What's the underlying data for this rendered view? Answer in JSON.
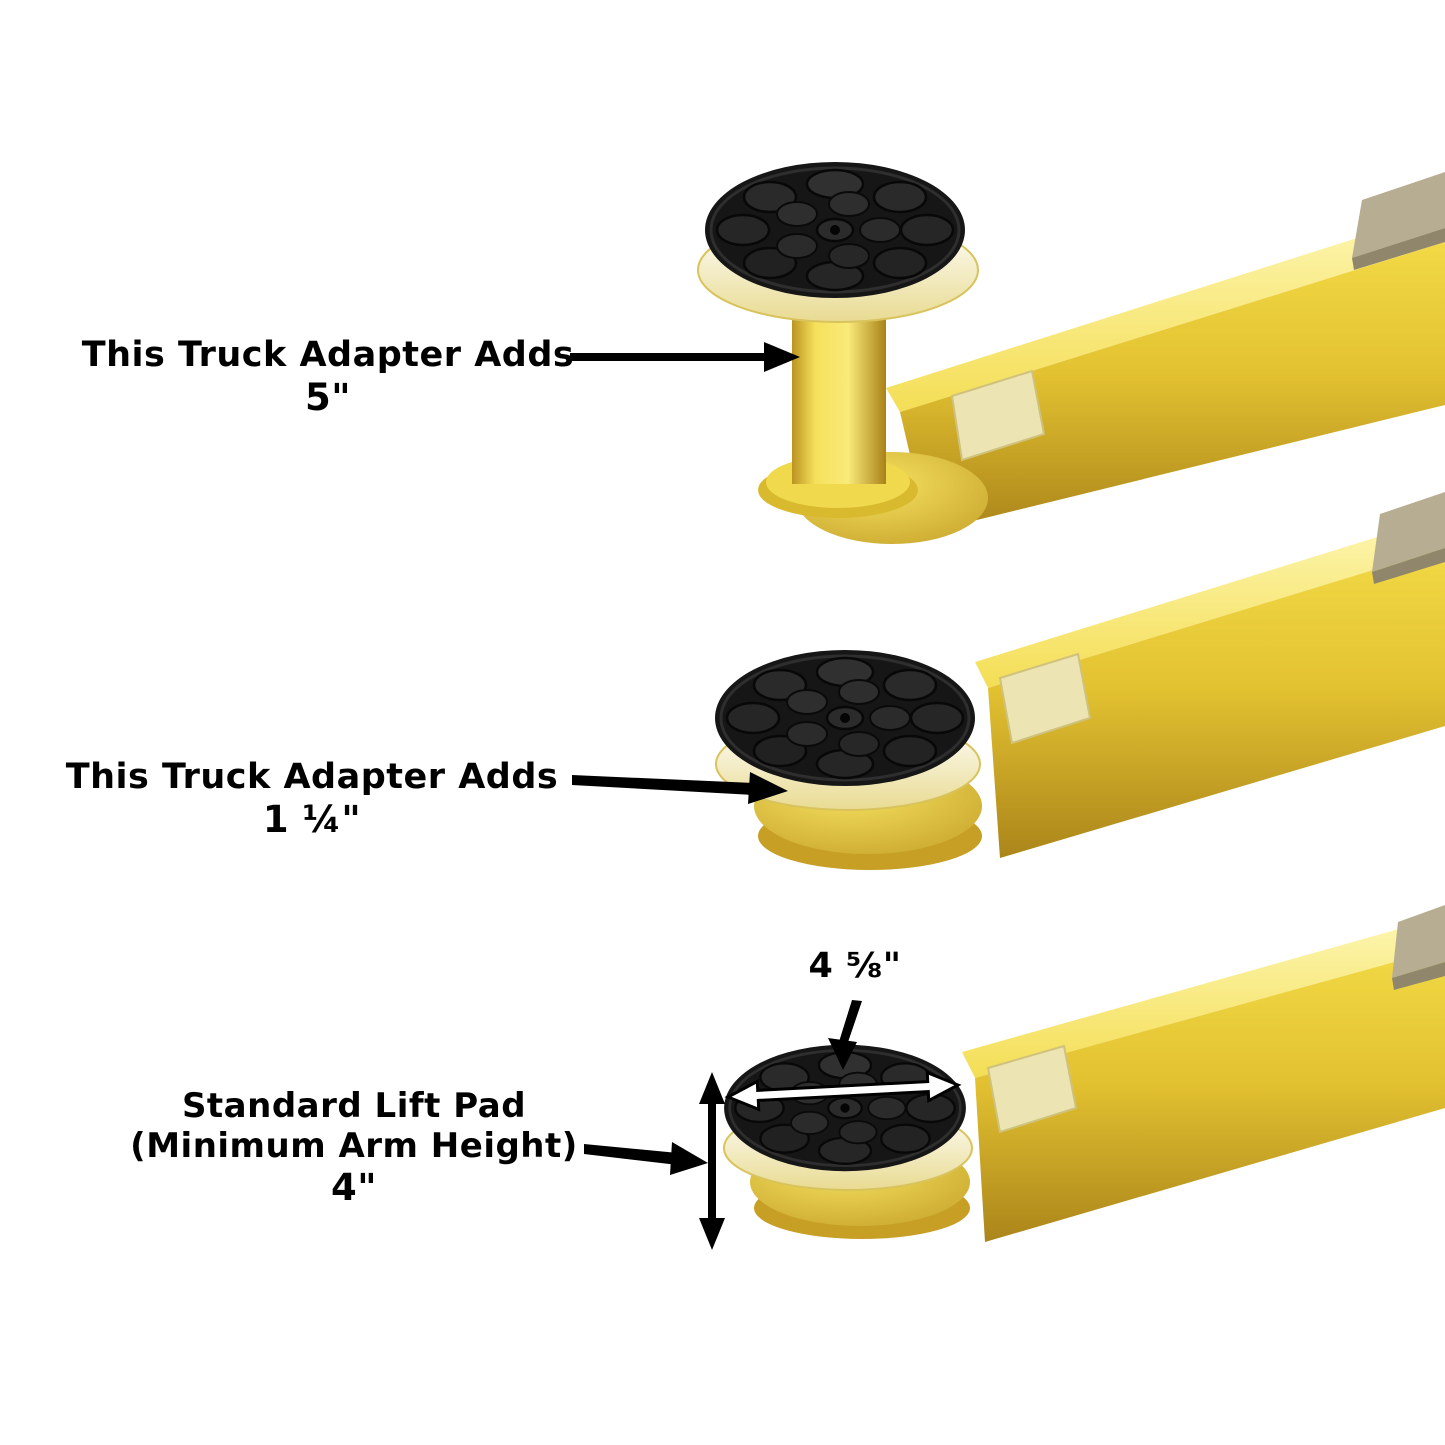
{
  "diagram": {
    "title": "Lift arm truck adapter height diagram",
    "background": "#ffffff",
    "colors": {
      "arm_yellow": "#edd23e",
      "arm_shadow": "#ab851a",
      "pad_rubber": "#161616",
      "annotation": "#000000",
      "cut_face": "#ece4b2",
      "carriage_block": "#b6ad92"
    },
    "annotations": {
      "adapter_5": {
        "line1": "This Truck Adapter Adds",
        "line2": "5\""
      },
      "adapter_1_4": {
        "line1": "This Truck Adapter Adds",
        "line2": "1 ¼\""
      },
      "standard_pad": {
        "line1": "Standard Lift Pad",
        "line2": "(Minimum Arm Height)",
        "line3": "4\""
      },
      "pad_diameter": "4 ⅝\""
    }
  }
}
